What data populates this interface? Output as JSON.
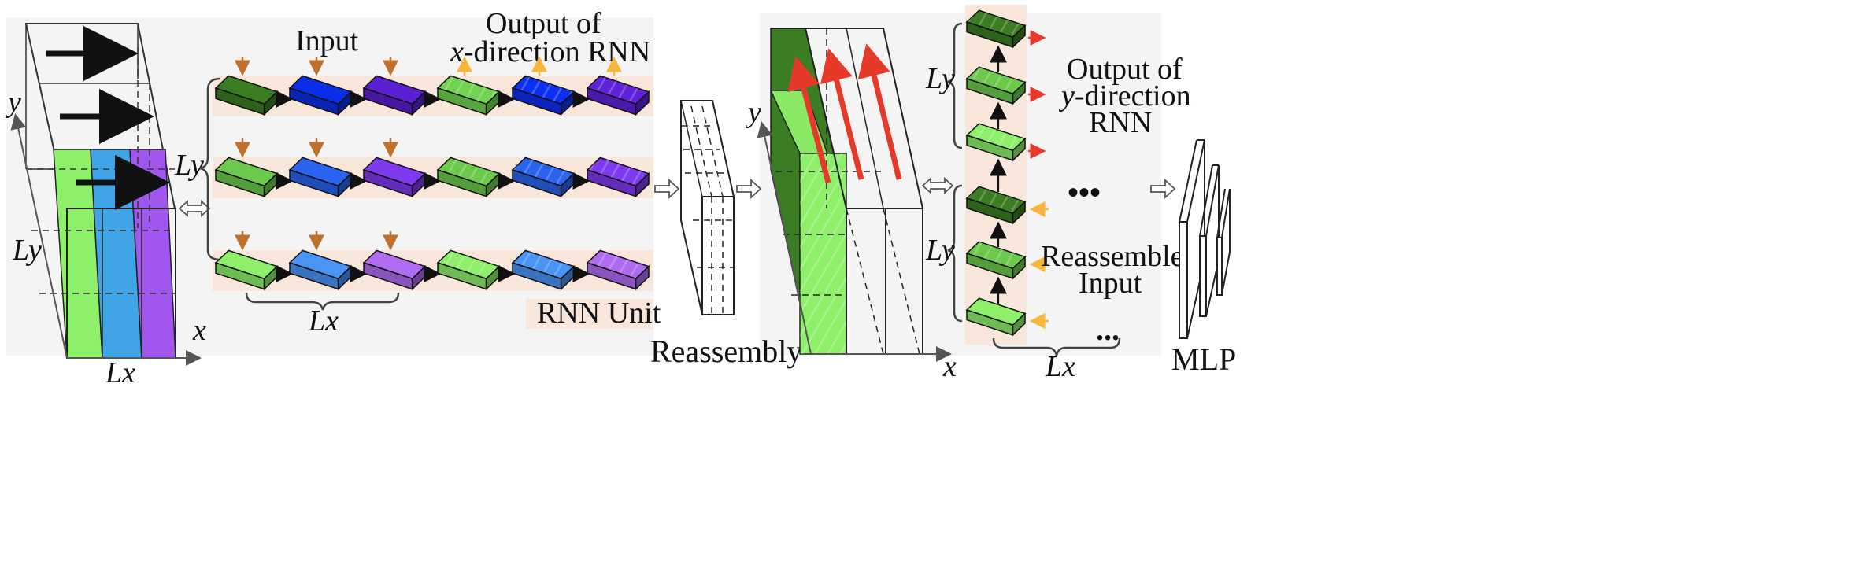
{
  "labels": {
    "input": "Input",
    "output_x_line1": "Output of",
    "output_x_var": "x",
    "output_x_line2": "-direction RNN",
    "rnn_unit": "RNN Unit",
    "reassembly": "Reassembly",
    "output_y_line1": "Output of",
    "output_y_var": "y",
    "output_y_line2": "-direction",
    "output_y_line3": "RNN",
    "reassembled_line1": "Reassembled",
    "reassembled_line2": "Input",
    "mlp": "MLP",
    "ellipsis": "•••",
    "ellipsis_small": "..."
  },
  "axes": {
    "x": "x",
    "y": "y",
    "Lx": "Lx",
    "Ly": "Ly"
  },
  "colors": {
    "panel_bg": "#f4f4f4",
    "row_bg": "#f8e6da",
    "dark_green": "#3b7d22",
    "green": "#6cc94c",
    "light_green": "#8ef06a",
    "blue": "#0a2ee8",
    "mid_blue": "#2a63f0",
    "light_blue": "#4a94f5",
    "purple": "#5a1fd0",
    "mid_purple": "#7f39ef",
    "light_purple": "#b06cf0",
    "strip_green": "#8ef06a",
    "strip_blue": "#3fa5e6",
    "strip_purple": "#a256f0",
    "in_arrow": "#c0702c",
    "out_arrow": "#f6b73c",
    "red_arrow": "#e53a2a",
    "yellow_arrow": "#f6b73c"
  }
}
